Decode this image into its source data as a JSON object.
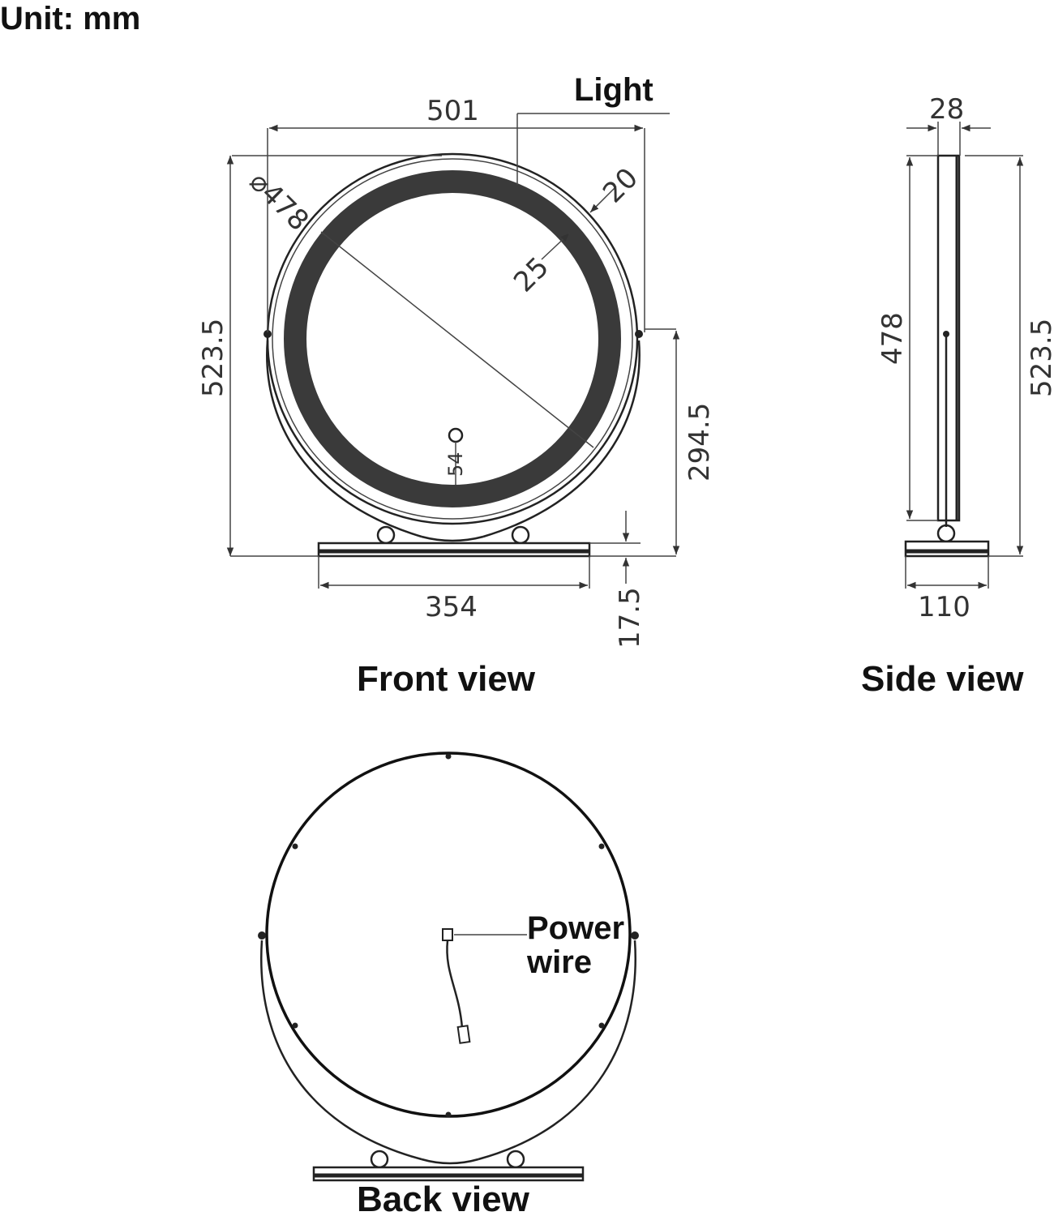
{
  "unit_label": "Unit: mm",
  "front": {
    "title": "Front view",
    "light_label": "Light",
    "dim_width": "501",
    "dim_diameter": "478",
    "dim_light_outer": "20",
    "dim_light_inner": "25",
    "dim_height": "523.5",
    "dim_pivot_height": "294.5",
    "dim_button": "54",
    "dim_base_width": "354",
    "dim_base_thickness": "17.5"
  },
  "side": {
    "title": "Side view",
    "dim_depth": "28",
    "dim_mirror_height": "478",
    "dim_total_height": "523.5",
    "dim_base_depth": "110"
  },
  "back": {
    "title": "Back view",
    "power_label_line1": "Power",
    "power_label_line2": "wire"
  }
}
